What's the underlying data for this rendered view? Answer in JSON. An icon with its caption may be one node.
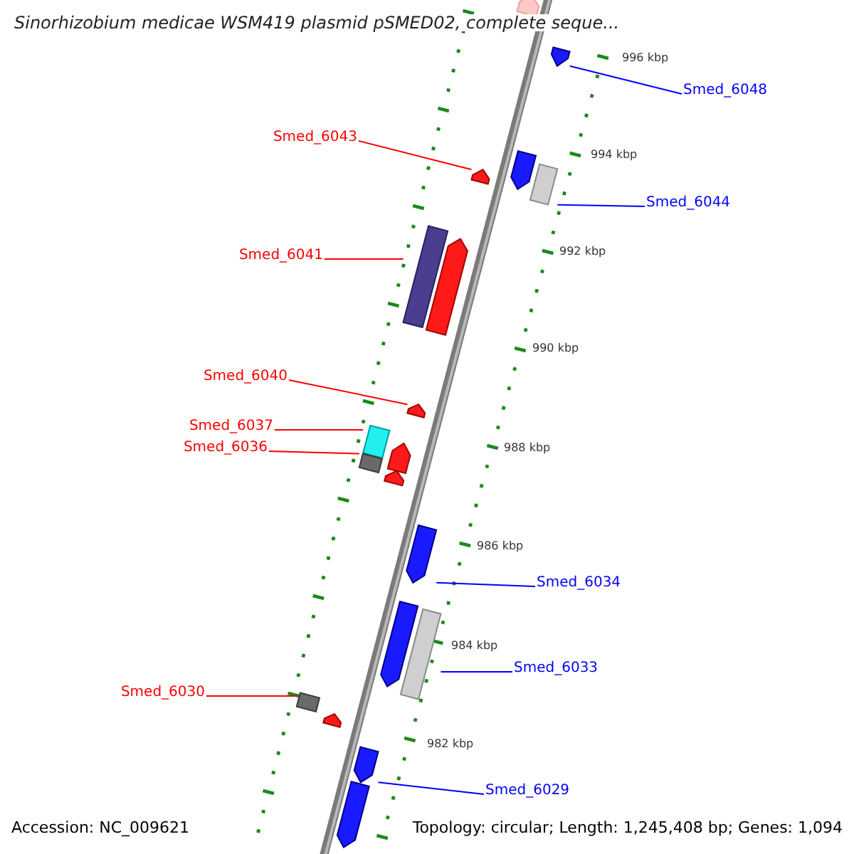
{
  "diagram": {
    "title": "Sinorhizobium medicae WSM419 plasmid pSMED02, complete seque...",
    "nodes": [
      {
        "text": [],
        "shape": "pentagon"
      },
      {
        "text": [
          "Smed_6048"
        ]
      },
      {
        "text": [],
        "shape": "pentagon"
      },
      {
        "text": [
          "Smed_6043"
        ]
      },
      {
        "text": [],
        "shape": "pentagon"
      },
      {
        "text": [],
        "shape": "pentagon"
      },
      {
        "text": [],
        "shape": "bar"
      },
      {
        "text": [
          "Smed_6044"
        ]
      },
      {
        "text": [
          "Smed_6041"
        ]
      },
      {
        "text": [],
        "shape": "bar"
      },
      {
        "text": [],
        "shape": "pentagon"
      },
      {
        "text": [
          "Smed_6040"
        ]
      },
      {
        "text": [],
        "shape": "pentagon"
      },
      {
        "text": [
          "Smed_6037"
        ]
      },
      {
        "text": [],
        "shape": "bar"
      },
      {
        "text": [
          "Smed_6036"
        ]
      },
      {
        "text": [],
        "shape": "bar"
      },
      {
        "text": [],
        "shape": "pentagon"
      },
      {
        "text": [],
        "shape": "pentagon"
      },
      {
        "text": [],
        "shape": "pentagon"
      },
      {
        "text": [
          "Smed_6034"
        ]
      },
      {
        "text": [],
        "shape": "pentagon"
      },
      {
        "text": [],
        "shape": "bar"
      },
      {
        "text": [
          "Smed_6033"
        ]
      },
      {
        "text": [
          "Smed_6030"
        ]
      },
      {
        "text": [],
        "shape": "bar"
      },
      {
        "text": [],
        "shape": "pentagon"
      },
      {
        "text": [],
        "shape": "pentagon"
      },
      {
        "text": [
          "Smed_6029"
        ]
      },
      {
        "text": [],
        "shape": "pentagon"
      }
    ],
    "edges": [
      {
        "from": 1,
        "to": 2,
        "arrow": "none",
        "color": "#0000ff"
      },
      {
        "from": 3,
        "to": 4,
        "arrow": "none"
      },
      {
        "from": 7,
        "to": 6,
        "arrow": "none",
        "color": "#0000ff"
      },
      {
        "from": 8,
        "to": 9,
        "arrow": "none"
      },
      {
        "from": 11,
        "to": 12,
        "arrow": "none"
      },
      {
        "from": 13,
        "to": 14,
        "arrow": "none"
      },
      {
        "from": 15,
        "to": 16,
        "arrow": "none"
      },
      {
        "from": 20,
        "to": 19,
        "arrow": "none",
        "color": "#0000ff"
      },
      {
        "from": 23,
        "to": 22,
        "arrow": "none",
        "color": "#0000ff"
      },
      {
        "from": 24,
        "to": 25,
        "arrow": "none"
      },
      {
        "from": 28,
        "to": 27,
        "arrow": "none",
        "color": "#0000ff"
      }
    ],
    "labels": [
      "996 kbp",
      "994 kbp",
      "992 kbp",
      "990 kbp",
      "988 kbp",
      "986 kbp",
      "984 kbp",
      "982 kbp",
      "Accession: NC_009621",
      "Topology: circular; Length: 1,245,408 bp; Genes: 1,094"
    ]
  }
}
